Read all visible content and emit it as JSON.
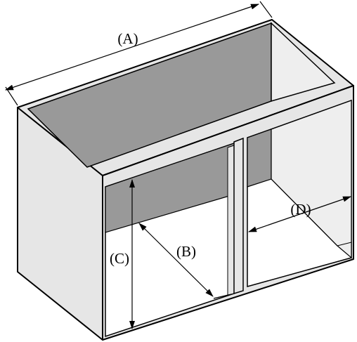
{
  "diagram": {
    "labels": {
      "a": "(A)",
      "b": "(B)",
      "c": "(C)",
      "d": "(D)"
    },
    "colors": {
      "outline": "#000000",
      "panel_light": "#e6e6e6",
      "interior_light": "#eeeeee",
      "interior_dark": "#999999",
      "front_open": "#ffffff"
    }
  }
}
